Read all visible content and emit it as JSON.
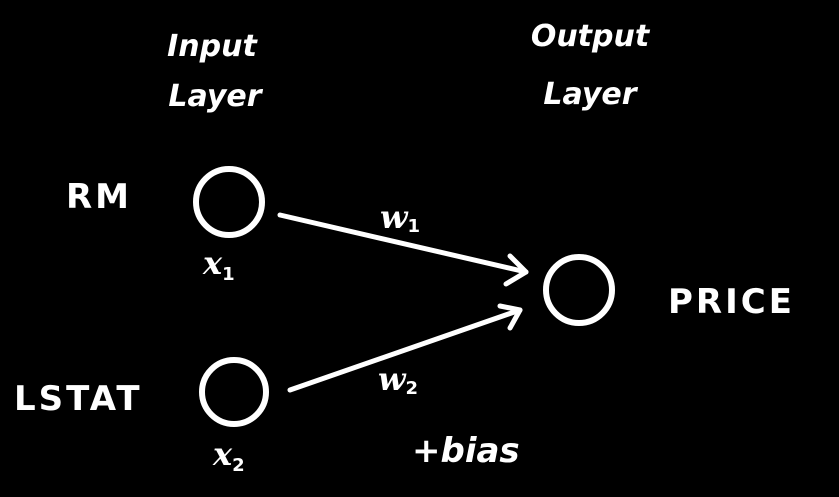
{
  "colors": {
    "background": "#000000",
    "ink": "#ffffff"
  },
  "headers": {
    "input_line1": "Input",
    "input_line2": "Layer",
    "output_line1": "Output",
    "output_line2": "Layer"
  },
  "inputs": [
    {
      "label": "RM",
      "var": "x",
      "sub": "1"
    },
    {
      "label": "LSTAT",
      "var": "x",
      "sub": "2"
    }
  ],
  "output": {
    "label": "PRICE"
  },
  "weights": [
    {
      "var": "w",
      "sub": "1"
    },
    {
      "var": "w",
      "sub": "2"
    }
  ],
  "bias_label": "+bias"
}
